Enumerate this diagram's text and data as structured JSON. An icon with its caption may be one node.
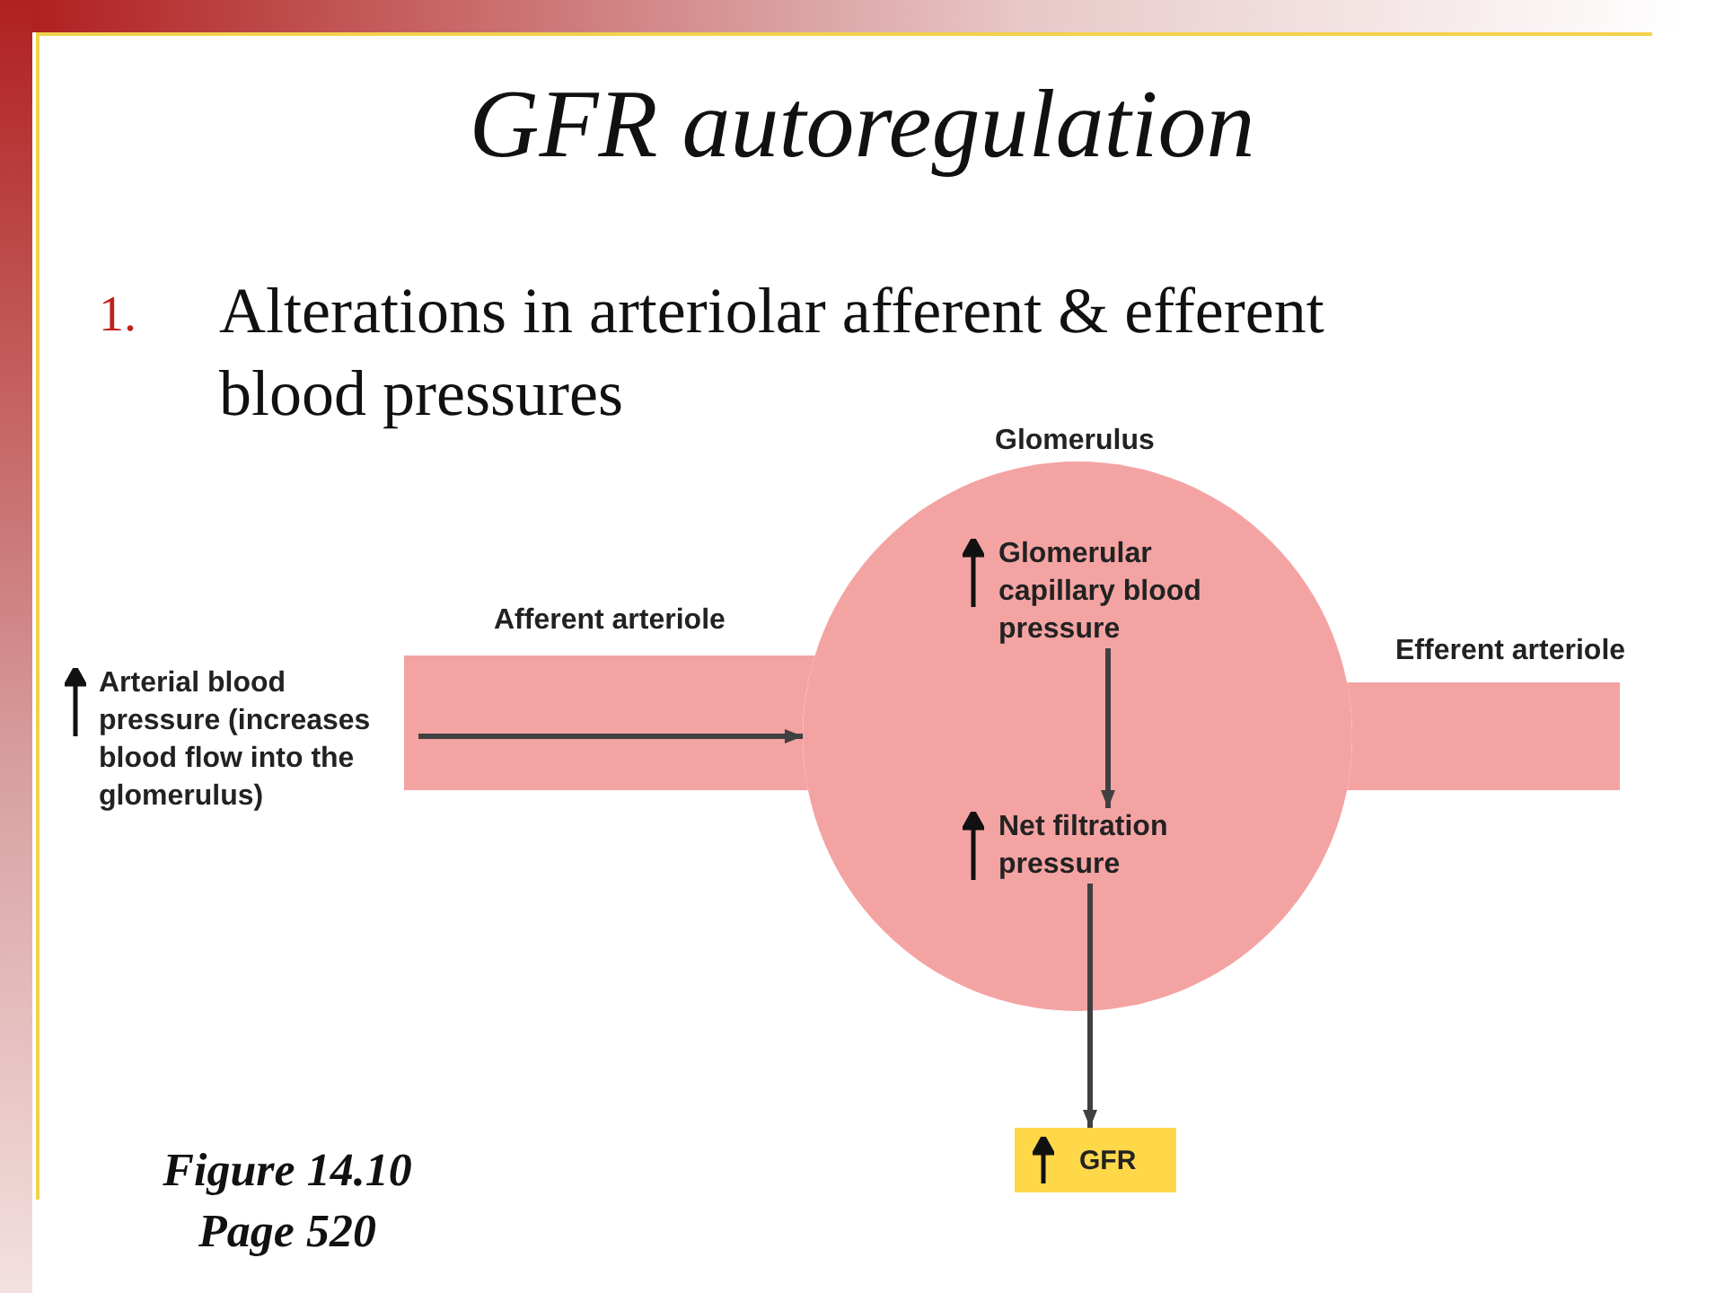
{
  "diagram": {
    "title": "GFR autoregulation",
    "nodes": [
      {
        "text": [
          "Afferent arteriole"
        ]
      },
      {
        "text": [
          "Glomerulus"
        ]
      },
      {
        "text": [
          "Efferent arteriole"
        ]
      },
      {
        "text": [
          "Glomerular capillary blood pressure"
        ],
        "in": 1
      },
      {
        "text": [
          "Net filtration pressure"
        ],
        "in": 1
      },
      {
        "text": [
          "GFR"
        ]
      }
    ],
    "edges": [
      {
        "from": 0,
        "to": 1,
        "arrow": "to"
      },
      {
        "from": 3,
        "to": 4,
        "arrow": "to"
      },
      {
        "from": 4,
        "to": 5,
        "arrow": "to"
      }
    ],
    "labels": [
      "1.",
      "Alterations in arteriolar afferent & efferent blood pressures",
      "Arterial blood pressure (increases blood flow into the glomerulus)",
      "Figure 14.10 Page 520"
    ]
  }
}
